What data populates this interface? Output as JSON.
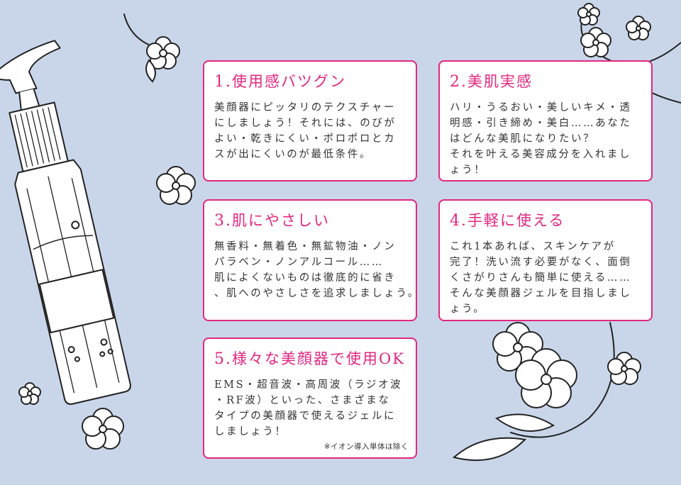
{
  "cards": [
    {
      "title_num": "1.",
      "title_text": "使用感バツグン",
      "lines": [
        "美顔器にピッタリのテクスチャー",
        "にしましょう！それには、のびが",
        "よい・乾きにくい・ポロポロとカ",
        "スが出にくいのが最低条件。"
      ]
    },
    {
      "title_num": "2.",
      "title_text": "美肌実感",
      "lines": [
        "ハリ・うるおい・美しいキメ・透",
        "明感・引き締め・美白……あなた",
        "はどんな美肌になりたい？",
        "それを叶える美容成分を入れまし",
        "ょう！"
      ]
    },
    {
      "title_num": "3.",
      "title_text": "肌にやさしい",
      "lines": [
        "無香料・無着色・無鉱物油・ノン",
        "パラベン・ノンアルコール……",
        "肌によくないものは徹底的に省き",
        "、肌へのやさしさを追求しましょう。"
      ]
    },
    {
      "title_num": "4.",
      "title_text": "手軽に使える",
      "lines": [
        "これ1本あれば、スキンケアが",
        "完了！洗い流す必要がなく、面倒",
        "くさがりさんも簡単に使える……",
        "そんな美顔器ジェルを目指しまし",
        "ょう。"
      ]
    },
    {
      "title_num": "5.",
      "title_text": "様々な美顔器で使用OK",
      "lines": [
        "EMS・超音波・高周波（ラジオ波",
        "・RF波）といった、さまざまな",
        "タイプの美顔器で使えるジェルに",
        "しましょう！"
      ],
      "note": "※イオン導入単体は除く"
    }
  ],
  "colors": {
    "accent": "#e3267f",
    "background": "#c9d6ea",
    "card_bg": "#ffffff",
    "text": "#333333",
    "line_art": "#222222"
  },
  "icons": [
    "pump-bottle-illustration",
    "flower-icon",
    "leaf-icon",
    "vine-icon"
  ]
}
